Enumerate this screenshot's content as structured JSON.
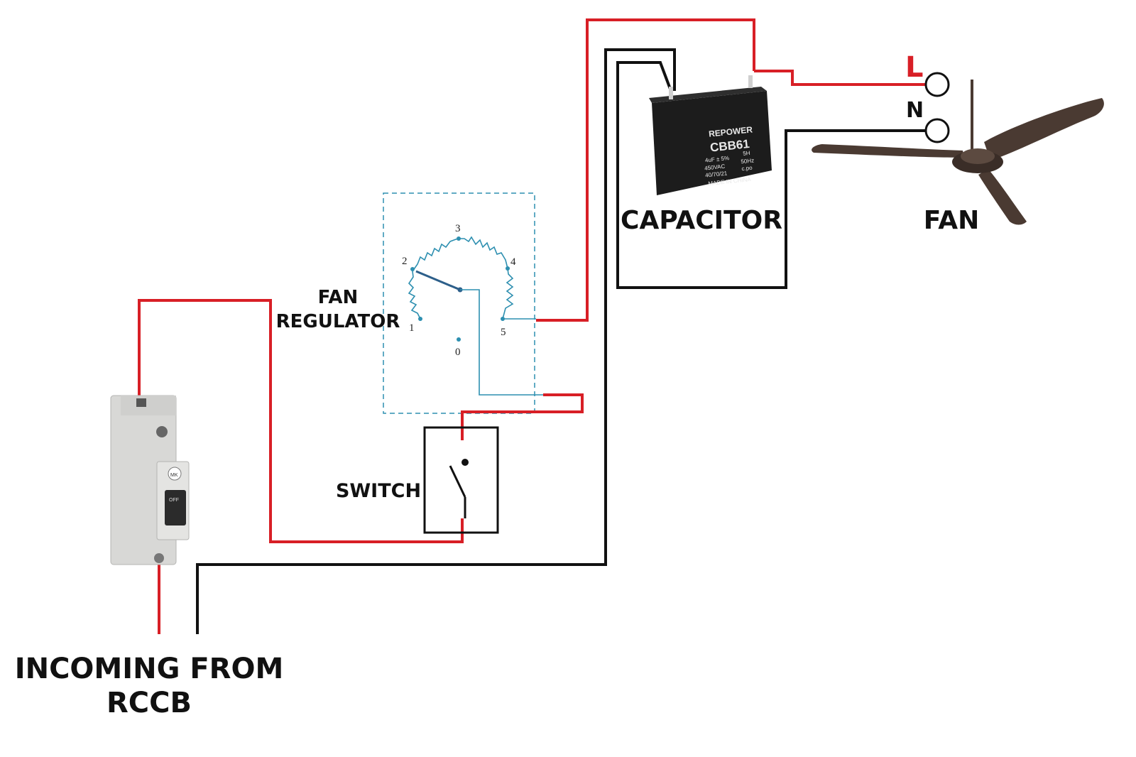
{
  "labels": {
    "fan_regulator_line1": "FAN",
    "fan_regulator_line2": "REGULATOR",
    "capacitor": "CAPACITOR",
    "fan": "FAN",
    "switch": "SWITCH",
    "incoming_line1": "INCOMING FROM",
    "incoming_line2": "RCCB",
    "live": "L",
    "neutral": "N"
  },
  "regulator_steps": [
    "1",
    "2",
    "3",
    "4",
    "5",
    "0"
  ],
  "capacitor_print": {
    "brand": "REPOWER",
    "model": "CBB61",
    "spec1": "4uF ± 5%",
    "spec2": "5H",
    "spec3": "450VAC",
    "spec4": "50Hz",
    "spec5": "40/70/21",
    "spec6": "c.po",
    "origin": "MADE IN CHINA"
  },
  "breaker_print": {
    "brand": "MK",
    "state": "OFF"
  },
  "colors": {
    "live_wire": "#d81f26",
    "neutral_wire": "#111111",
    "regulator_wire": "#2d8fb0",
    "capacitor_body": "#1c1c1c",
    "fan_body": "#4a3a32"
  }
}
